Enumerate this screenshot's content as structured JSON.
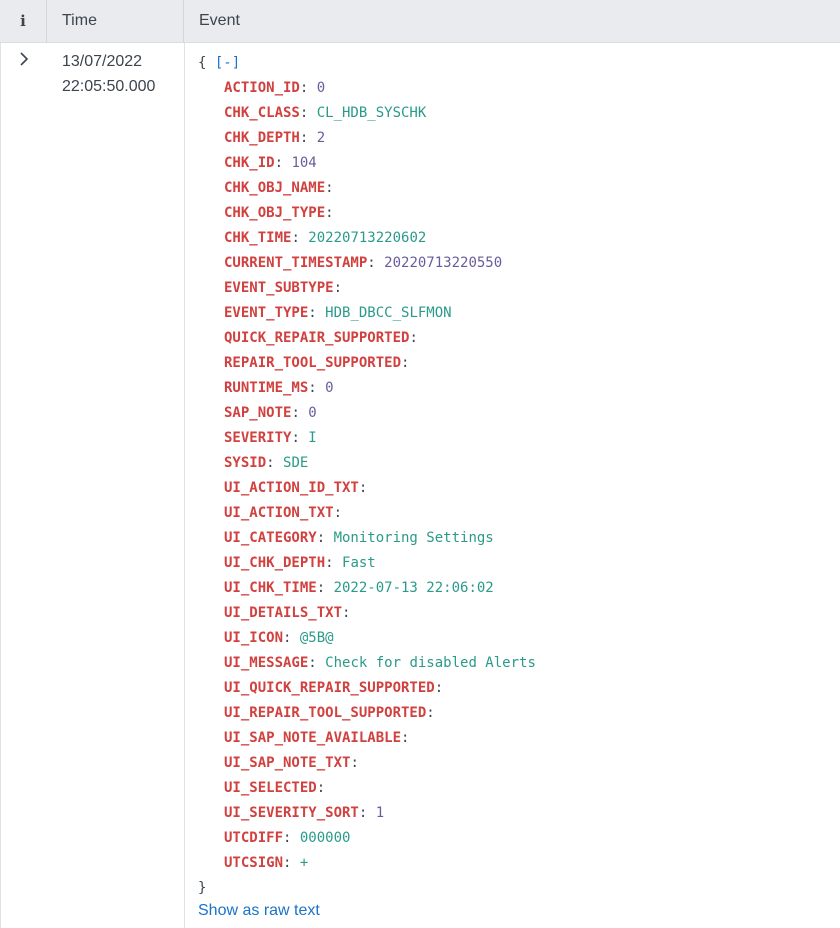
{
  "header": {
    "info_label": "i",
    "time_label": "Time",
    "event_label": "Event"
  },
  "row": {
    "expand_icon": "chevron-right-icon",
    "date": "13/07/2022",
    "time": "22:05:50.000",
    "open_brace": "{",
    "collapse_label": "[-]",
    "close_brace": "}",
    "fields": [
      {
        "key": "ACTION_ID",
        "value": "0",
        "type": "num"
      },
      {
        "key": "CHK_CLASS",
        "value": "CL_HDB_SYSCHK",
        "type": "str"
      },
      {
        "key": "CHK_DEPTH",
        "value": "2",
        "type": "num"
      },
      {
        "key": "CHK_ID",
        "value": "104",
        "type": "num"
      },
      {
        "key": "CHK_OBJ_NAME",
        "value": "",
        "type": "str"
      },
      {
        "key": "CHK_OBJ_TYPE",
        "value": "",
        "type": "str"
      },
      {
        "key": "CHK_TIME",
        "value": "20220713220602",
        "type": "str"
      },
      {
        "key": "CURRENT_TIMESTAMP",
        "value": "20220713220550",
        "type": "num"
      },
      {
        "key": "EVENT_SUBTYPE",
        "value": "",
        "type": "str"
      },
      {
        "key": "EVENT_TYPE",
        "value": "HDB_DBCC_SLFMON",
        "type": "str"
      },
      {
        "key": "QUICK_REPAIR_SUPPORTED",
        "value": "",
        "type": "str"
      },
      {
        "key": "REPAIR_TOOL_SUPPORTED",
        "value": "",
        "type": "str"
      },
      {
        "key": "RUNTIME_MS",
        "value": "0",
        "type": "num"
      },
      {
        "key": "SAP_NOTE",
        "value": "0",
        "type": "num"
      },
      {
        "key": "SEVERITY",
        "value": "I",
        "type": "str"
      },
      {
        "key": "SYSID",
        "value": "SDE",
        "type": "str"
      },
      {
        "key": "UI_ACTION_ID_TXT",
        "value": "",
        "type": "str"
      },
      {
        "key": "UI_ACTION_TXT",
        "value": "",
        "type": "str"
      },
      {
        "key": "UI_CATEGORY",
        "value": "Monitoring Settings",
        "type": "str"
      },
      {
        "key": "UI_CHK_DEPTH",
        "value": "Fast",
        "type": "str"
      },
      {
        "key": "UI_CHK_TIME",
        "value": "2022-07-13 22:06:02",
        "type": "str"
      },
      {
        "key": "UI_DETAILS_TXT",
        "value": "",
        "type": "str"
      },
      {
        "key": "UI_ICON",
        "value": "@5B@",
        "type": "str"
      },
      {
        "key": "UI_MESSAGE",
        "value": "Check for disabled Alerts",
        "type": "str"
      },
      {
        "key": "UI_QUICK_REPAIR_SUPPORTED",
        "value": "",
        "type": "str"
      },
      {
        "key": "UI_REPAIR_TOOL_SUPPORTED",
        "value": "",
        "type": "str"
      },
      {
        "key": "UI_SAP_NOTE_AVAILABLE",
        "value": "",
        "type": "str"
      },
      {
        "key": "UI_SAP_NOTE_TXT",
        "value": "",
        "type": "str"
      },
      {
        "key": "UI_SELECTED",
        "value": "",
        "type": "str"
      },
      {
        "key": "UI_SEVERITY_SORT",
        "value": "1",
        "type": "num"
      },
      {
        "key": "UTCDIFF",
        "value": "000000",
        "type": "str"
      },
      {
        "key": "UTCSIGN",
        "value": "+",
        "type": "str"
      }
    ],
    "raw_link": "Show as raw text"
  },
  "colors": {
    "key": "#d0413f",
    "string_value": "#2a9a8a",
    "number_value": "#6a5c9c",
    "link": "#1a73c8",
    "header_bg": "#e9ebee"
  }
}
